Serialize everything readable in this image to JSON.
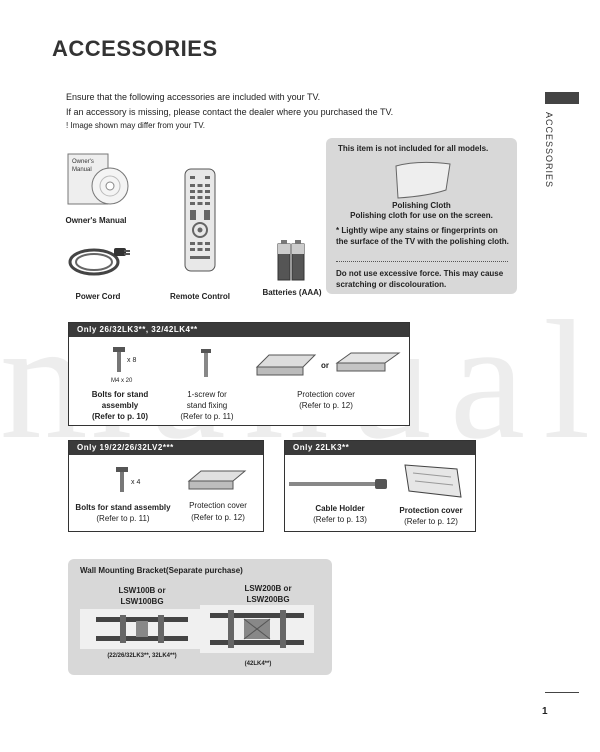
{
  "title": "ACCESSORIES",
  "side_label": "ACCESSORIES",
  "intro": {
    "line1": "Ensure that the following accessories are included with your TV.",
    "line2": "If an accessory is missing, please contact the dealer where you purchased the TV.",
    "line3": "! Image shown may differ from your TV."
  },
  "manual": {
    "cover_text": "Owner's Manual",
    "caption": "Owner's Manual"
  },
  "power_cord": {
    "caption": "Power Cord"
  },
  "remote": {
    "caption": "Remote Control"
  },
  "batteries": {
    "caption": "Batteries (AAA)"
  },
  "cloth_box": {
    "header": "This item is not included for all models.",
    "cloth_title": "Polishing Cloth",
    "cloth_desc": "Polishing cloth for use on the screen.",
    "bullet": "* Lightly wipe any stains or fingerprints on the surface of the TV with the polishing cloth.",
    "warning": "Do not use excessive force. This may cause scratching or discolouration."
  },
  "panel1": {
    "header": "Only 26/32LK3**, 32/42LK4**",
    "bolt_qty": "x 8",
    "bolt_size": "M4 x 20",
    "bolt_caption1": "Bolts for stand",
    "bolt_caption2": "assembly",
    "bolt_caption3": "(Refer to p. 10)",
    "screw_caption1": "1-screw for",
    "screw_caption2": "stand fixing",
    "screw_caption3": "(Refer to p. 11)",
    "or": "or",
    "cover_caption1": "Protection cover",
    "cover_caption2": "(Refer to p. 12)"
  },
  "panel2": {
    "header": "Only 19/22/26/32LV2***",
    "bolt_qty": "x 4",
    "bolt_caption1": "Bolts for stand assembly",
    "bolt_caption2": "(Refer to p. 11)",
    "cover_caption1": "Protection cover",
    "cover_caption2": "(Refer to p. 12)"
  },
  "panel3": {
    "header": "Only 22LK3**",
    "holder_caption1": "Cable Holder",
    "holder_caption2": "(Refer to p. 13)",
    "cover_caption1": "Protection cover",
    "cover_caption2": "(Refer to p. 12)"
  },
  "wall_box": {
    "header": "Wall Mounting Bracket(Separate purchase)",
    "left_model1": "LSW100B or",
    "left_model2": "LSW100BG",
    "left_note": "(22/26/32LK3**, 32LK4**)",
    "right_model1": "LSW200B or",
    "right_model2": "LSW200BG",
    "right_note": "(42LK4**)"
  },
  "page_number": "1",
  "watermark": "manuali"
}
